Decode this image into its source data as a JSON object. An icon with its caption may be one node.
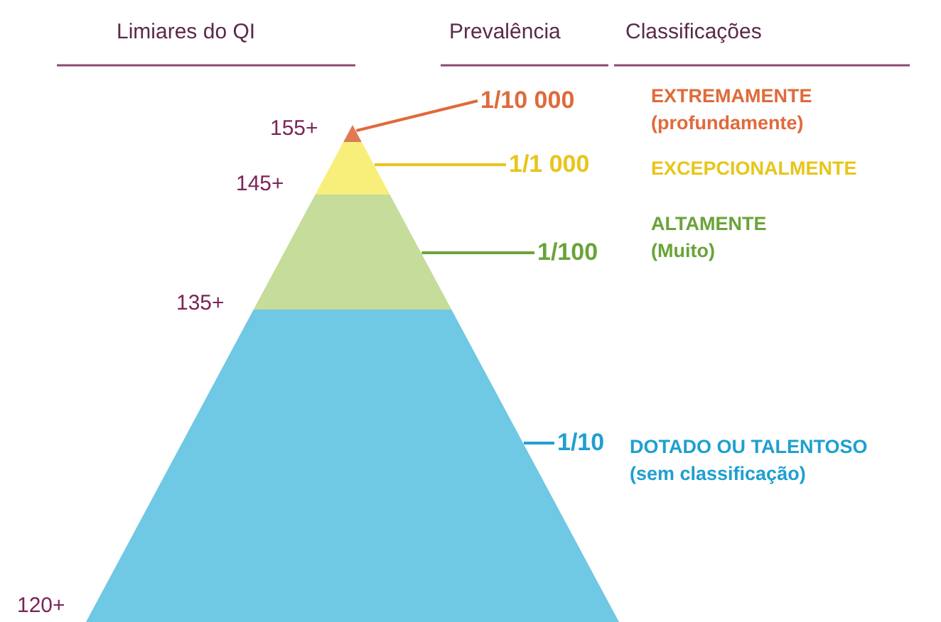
{
  "diagram": {
    "nodes": [
      {
        "text": [],
        "shape": "triangle"
      },
      {
        "text": [
          "1/10 000"
        ]
      },
      {
        "text": [],
        "shape": "band"
      },
      {
        "text": [
          "1/1 000"
        ]
      },
      {
        "text": [],
        "shape": "band"
      },
      {
        "text": [
          "1/100"
        ]
      },
      {
        "text": [],
        "shape": "band"
      },
      {
        "text": [
          "1/10"
        ]
      }
    ],
    "edges": [
      {
        "from": 1,
        "to": 0,
        "arrow": "none",
        "color": "#e06a3b"
      },
      {
        "from": 3,
        "to": 2,
        "arrow": "none",
        "color": "#e8c51a"
      },
      {
        "from": 5,
        "to": 4,
        "arrow": "none",
        "color": "#6aa33a"
      },
      {
        "from": 7,
        "to": 6,
        "arrow": "none",
        "color": "#1f9fd0"
      }
    ],
    "labels": [
      "Limiares do QI",
      "Prevalência",
      "Classificações",
      "155+",
      "EXTREMAMENTE (profundamente)",
      "145+",
      "EXCEPCIONALMENTE",
      "ALTAMENTE (Muito)",
      "135+",
      "DOTADO OU TALENTOSO (sem classificação)",
      "120+"
    ]
  }
}
